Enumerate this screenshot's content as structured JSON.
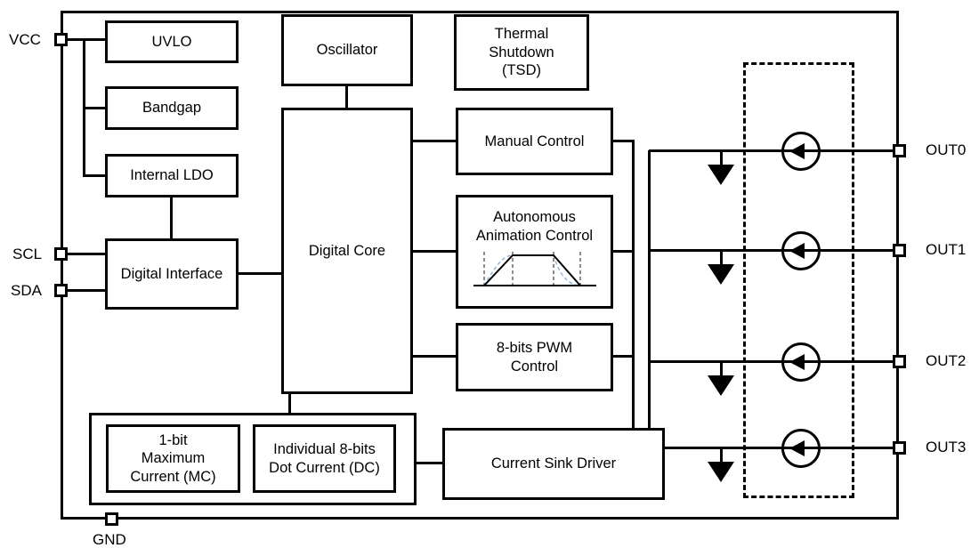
{
  "blocks": {
    "uvlo": "UVLO",
    "bandgap": "Bandgap",
    "internal_ldo": "Internal LDO",
    "digital_interface": "Digital Interface",
    "oscillator": "Oscillator",
    "digital_core": "Digital Core",
    "thermal_shutdown": "Thermal\nShutdown\n(TSD)",
    "manual_control": "Manual Control",
    "autonomous_animation": "Autonomous\nAnimation Control",
    "pwm_control": "8-bits PWM\nControl",
    "max_current": "1-bit\nMaximum\nCurrent (MC)",
    "dot_current": "Individual 8-bits\nDot Current (DC)",
    "current_sink_driver": "Current Sink Driver"
  },
  "pins": {
    "left": [
      {
        "label": "VCC"
      },
      {
        "label": "SCL"
      },
      {
        "label": "SDA"
      }
    ],
    "bottom": [
      {
        "label": "GND"
      }
    ],
    "right": [
      {
        "label": "OUT0"
      },
      {
        "label": "OUT1"
      },
      {
        "label": "OUT2"
      },
      {
        "label": "OUT3"
      }
    ]
  },
  "colors": {
    "line": "#000000",
    "background": "#ffffff",
    "waveform_accent": "#8fb4d8"
  }
}
